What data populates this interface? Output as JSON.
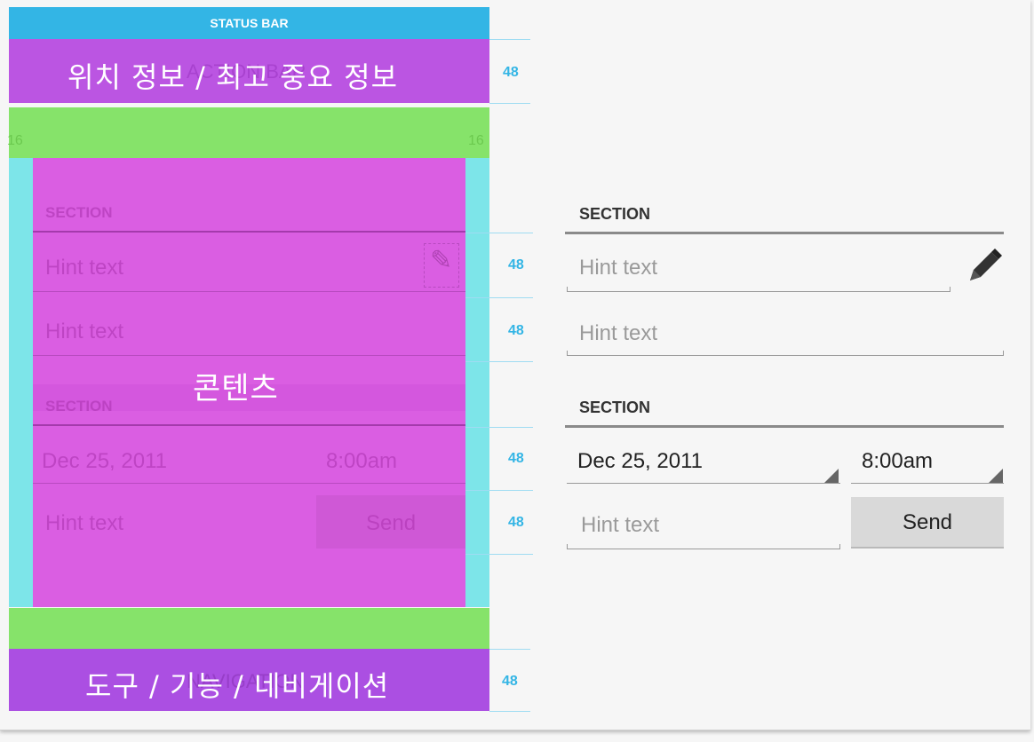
{
  "wireframe": {
    "status_bar": "STATUS BAR",
    "top_zone_label": "위치 정보 / 최고 중요 정보",
    "top_zone_ghost": "ACTION BAR",
    "content_label": "콘텐츠",
    "bottom_zone_label": "도구 / 기능 / 네비게이션",
    "bottom_zone_ghost": "NAVIGATION",
    "margin_left": "16",
    "margin_right": "16",
    "section_1": "SECTION",
    "hint_1": "Hint text",
    "hint_2": "Hint text",
    "section_2": "SECTION",
    "date": "Dec 25, 2011",
    "time": "8:00am",
    "hint_3": "Hint text",
    "send": "Send"
  },
  "guides": {
    "top_bar_height": "48",
    "row1_height": "48",
    "row2_height": "48",
    "row3_height": "48",
    "row4_height": "48",
    "bottom_bar_height": "48"
  },
  "form": {
    "section_1": "SECTION",
    "hint_1": "Hint text",
    "hint_2": "Hint text",
    "section_2": "SECTION",
    "date": "Dec 25, 2011",
    "time": "8:00am",
    "hint_3": "Hint text",
    "send": "Send",
    "edit_icon": "pencil-icon"
  },
  "colors": {
    "status_bar": "#33b5e5",
    "top_zone": "#bb55e2",
    "margin_zone": "#86e36a",
    "gutter": "#7de5e9",
    "content_zone": "#da5ee2",
    "bottom_zone": "#ab4fe2"
  }
}
